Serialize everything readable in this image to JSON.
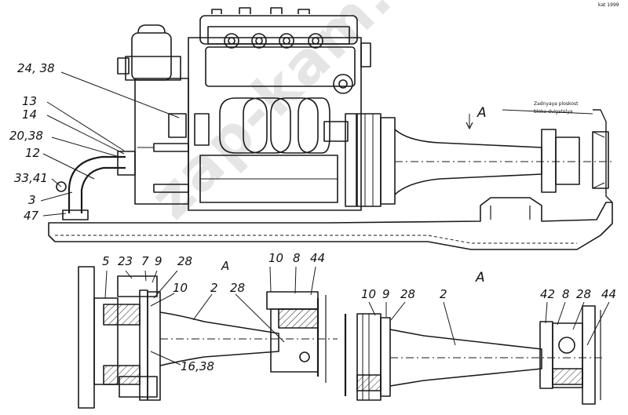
{
  "watermark": "zap-kam.ru",
  "corner_note": "kat 1999",
  "top_view": {
    "labels": [
      "24, 38",
      "13",
      "14",
      "20,38",
      "12",
      "33,41",
      "3",
      "47"
    ],
    "arrow_label": "A",
    "note_line1": "Zadnyaya ploskost",
    "note_line2": "bloka dvigatelya"
  },
  "detail_left": {
    "labels": [
      "5",
      "23",
      "7",
      "9",
      "28",
      "A",
      "10",
      "2",
      "28",
      "10",
      "8",
      "44",
      "16,38"
    ]
  },
  "detail_right": {
    "title": "A",
    "labels": [
      "10",
      "9",
      "28",
      "2",
      "42",
      "8",
      "28",
      "44"
    ]
  }
}
